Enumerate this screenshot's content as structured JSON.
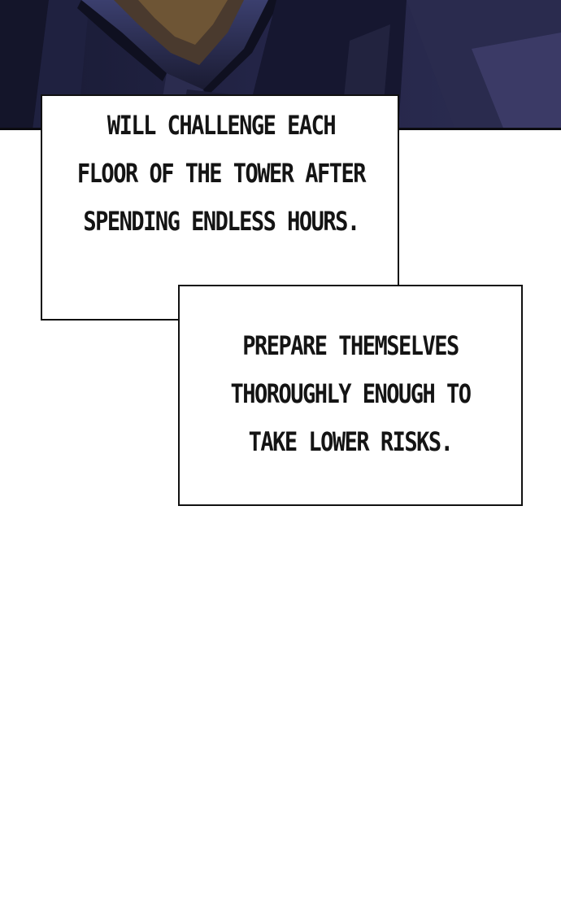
{
  "panel": {
    "scene_description_icon": "dark-armored-figure-art"
  },
  "captions": [
    {
      "lines": [
        "WILL CHALLENGE EACH",
        "FLOOR OF THE TOWER AFTER",
        "SPENDING ENDLESS HOURS."
      ]
    },
    {
      "lines": [
        "PREPARE THEMSELVES",
        "THOROUGHLY ENOUGH TO",
        "TAKE LOWER RISKS."
      ]
    }
  ],
  "colors": {
    "scene_dark": "#1e1f3a",
    "scene_accent": "#3a3568",
    "border": "#111111",
    "text": "#141414"
  }
}
